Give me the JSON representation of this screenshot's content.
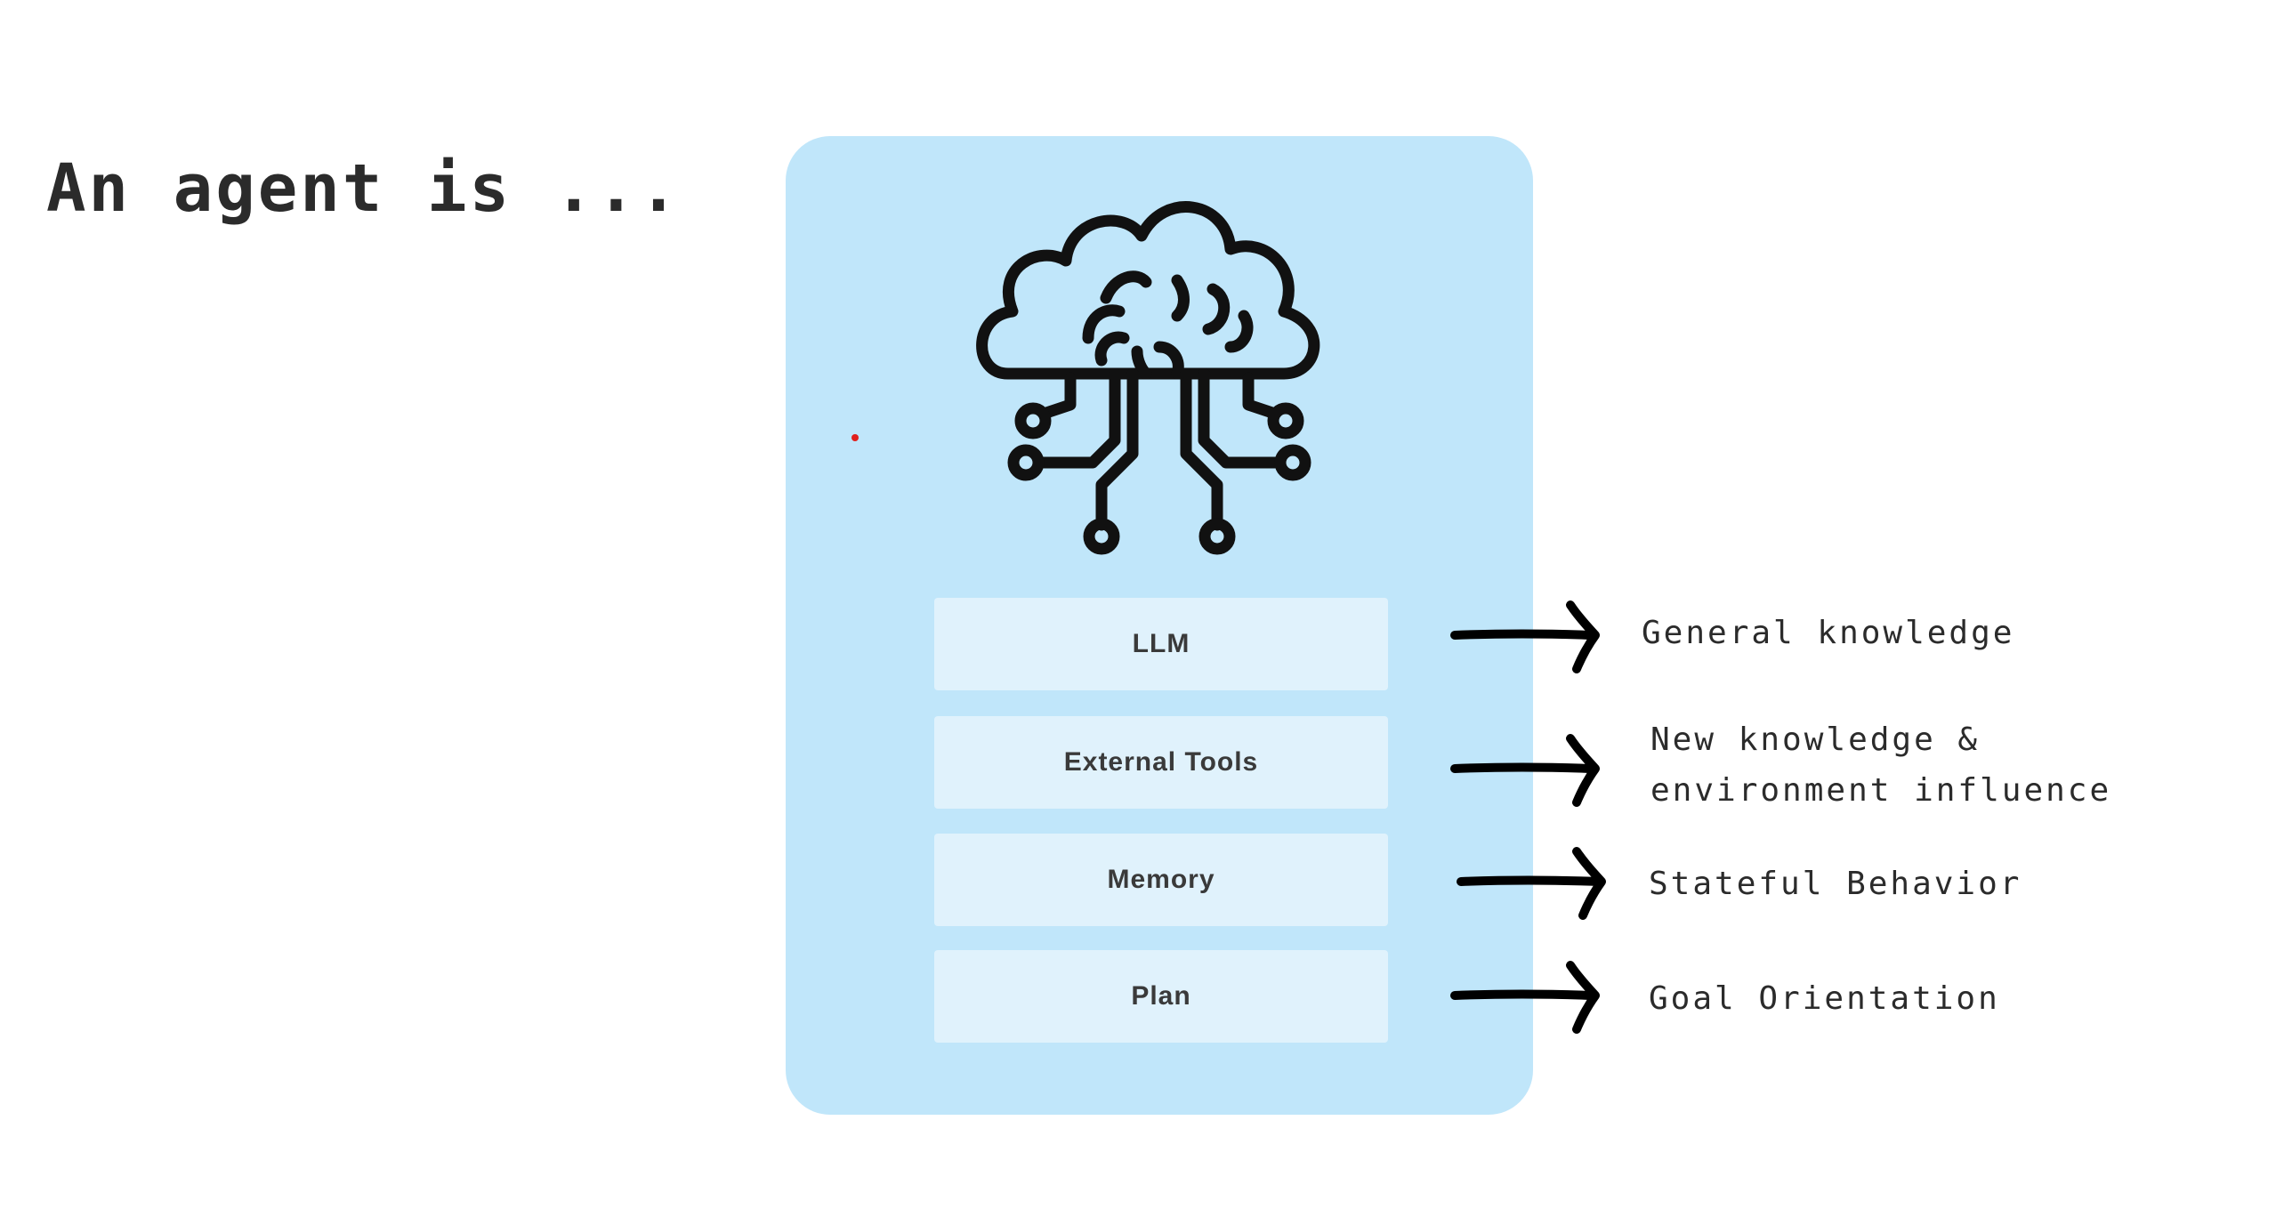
{
  "title": "An agent is ...",
  "panel": {
    "background": "#c0e6fa",
    "icon": "brain-circuit-icon"
  },
  "components": [
    {
      "label": "LLM",
      "description": "General knowledge"
    },
    {
      "label": "External Tools",
      "description_lines": [
        "New knowledge &",
        "environment influence"
      ]
    },
    {
      "label": "Memory",
      "description": "Stateful Behavior"
    },
    {
      "label": "Plan",
      "description": "Goal Orientation"
    }
  ]
}
